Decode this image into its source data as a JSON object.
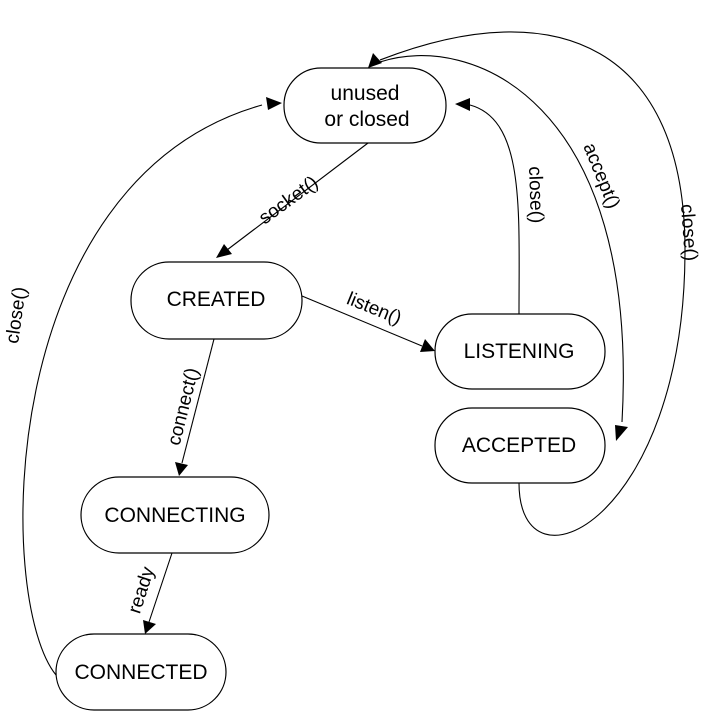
{
  "diagram": {
    "states": {
      "unused_line1": "unused",
      "unused_line2": "or closed",
      "created": "CREATED",
      "listening": "LISTENING",
      "accepted": "ACCEPTED",
      "connecting": "CONNECTING",
      "connected": "CONNECTED"
    },
    "transitions": {
      "socket": "socket()",
      "listen": "listen()",
      "connect": "connect()",
      "ready": "ready",
      "close_connected": "close()",
      "close_listening": "close()",
      "accept": "accept()",
      "close_accepted": "close()"
    }
  }
}
